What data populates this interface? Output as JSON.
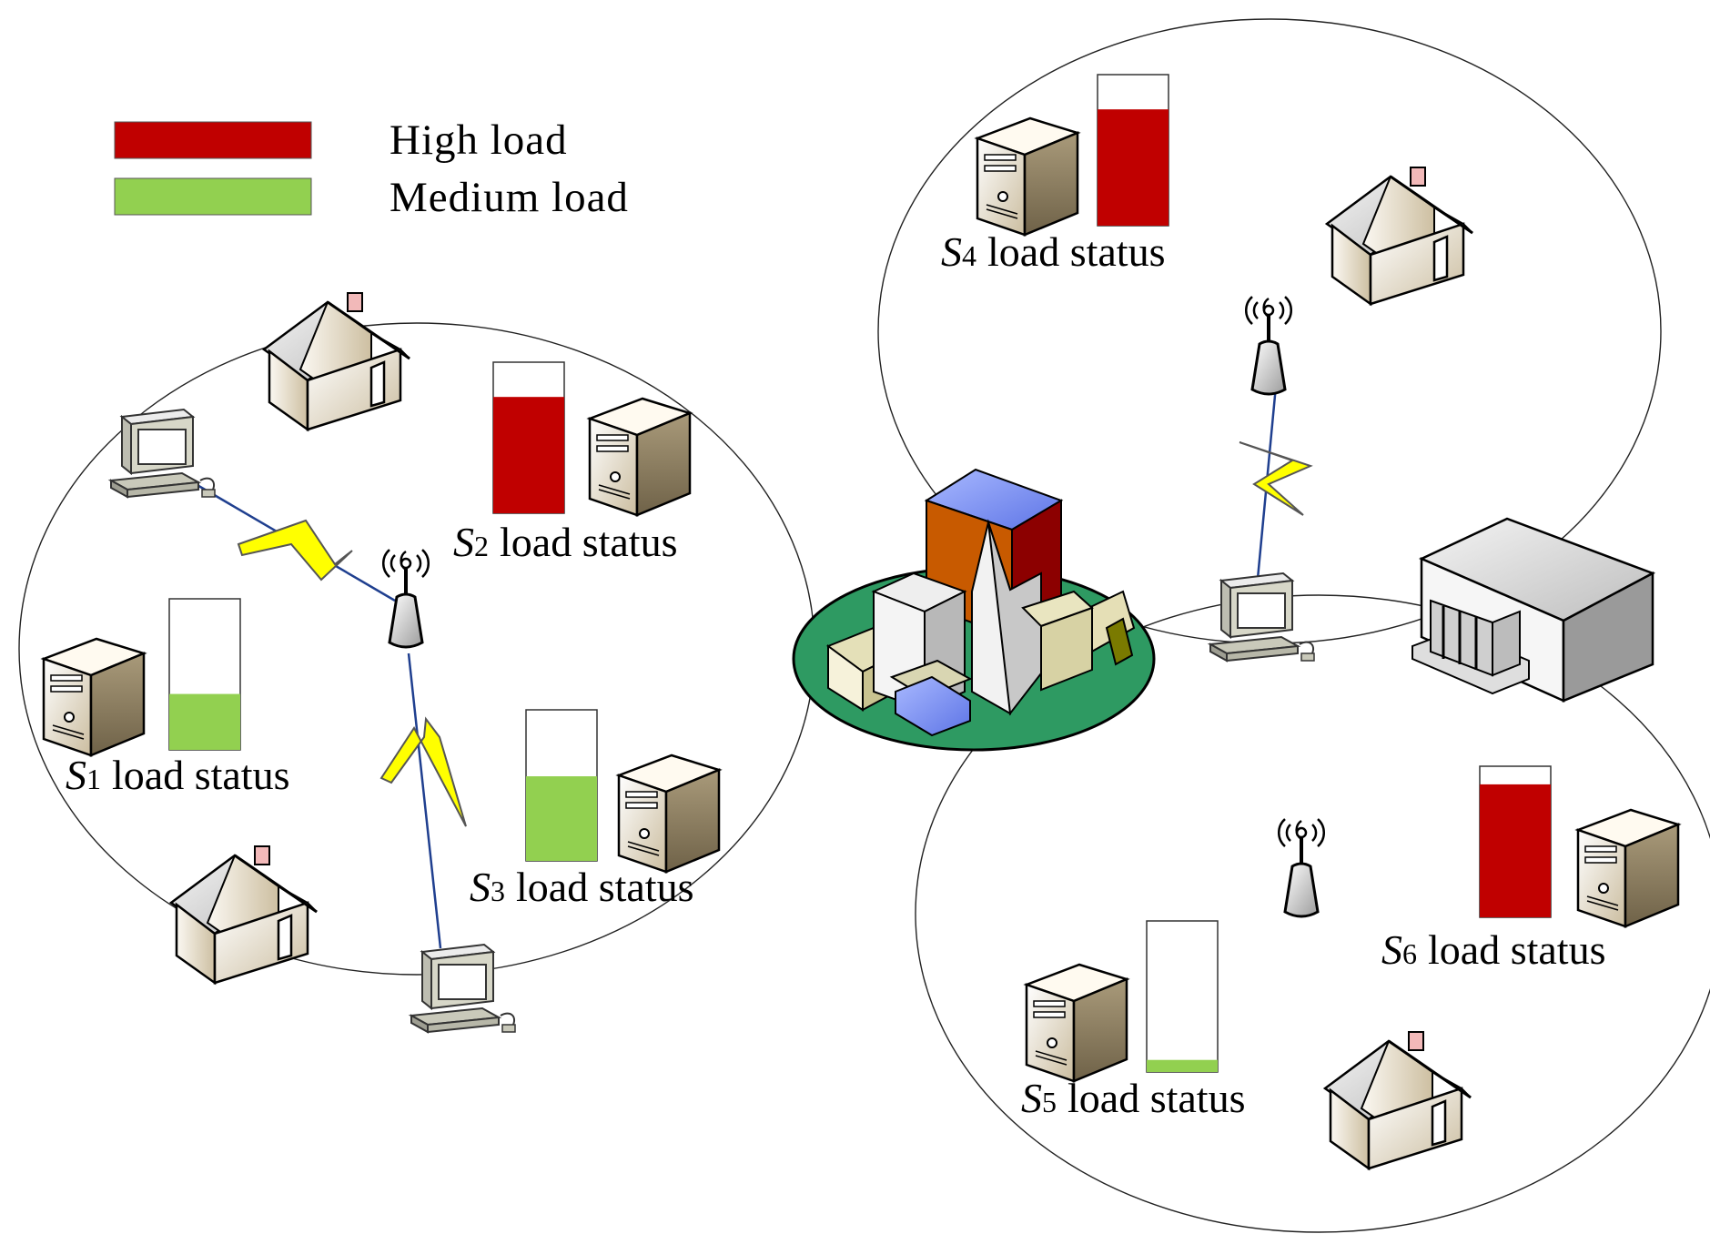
{
  "colors": {
    "high_load": "#c00000",
    "medium_load": "#92d050",
    "lightning": "#ffff00",
    "link_line": "#1f3f8f",
    "campus_base": "#2e9a62",
    "device_beige": "#e6dcc8"
  },
  "legend": {
    "high_label": "High load",
    "medium_label": "Medium load"
  },
  "servers": [
    {
      "id": "s1",
      "letter": "S",
      "sub": "1",
      "label": "load status",
      "level": "medium",
      "fill": 0.37
    },
    {
      "id": "s2",
      "letter": "S",
      "sub": "2",
      "label": "load status",
      "level": "high",
      "fill": 0.77
    },
    {
      "id": "s3",
      "letter": "S",
      "sub": "3",
      "label": "load status",
      "level": "medium",
      "fill": 0.56
    },
    {
      "id": "s4",
      "letter": "S",
      "sub": "4",
      "label": "load status",
      "level": "high",
      "fill": 0.77
    },
    {
      "id": "s5",
      "letter": "S",
      "sub": "5",
      "label": "load status",
      "level": "medium",
      "fill": 0.08
    },
    {
      "id": "s6",
      "letter": "S",
      "sub": "6",
      "label": "load status",
      "level": "high",
      "fill": 0.88
    }
  ]
}
